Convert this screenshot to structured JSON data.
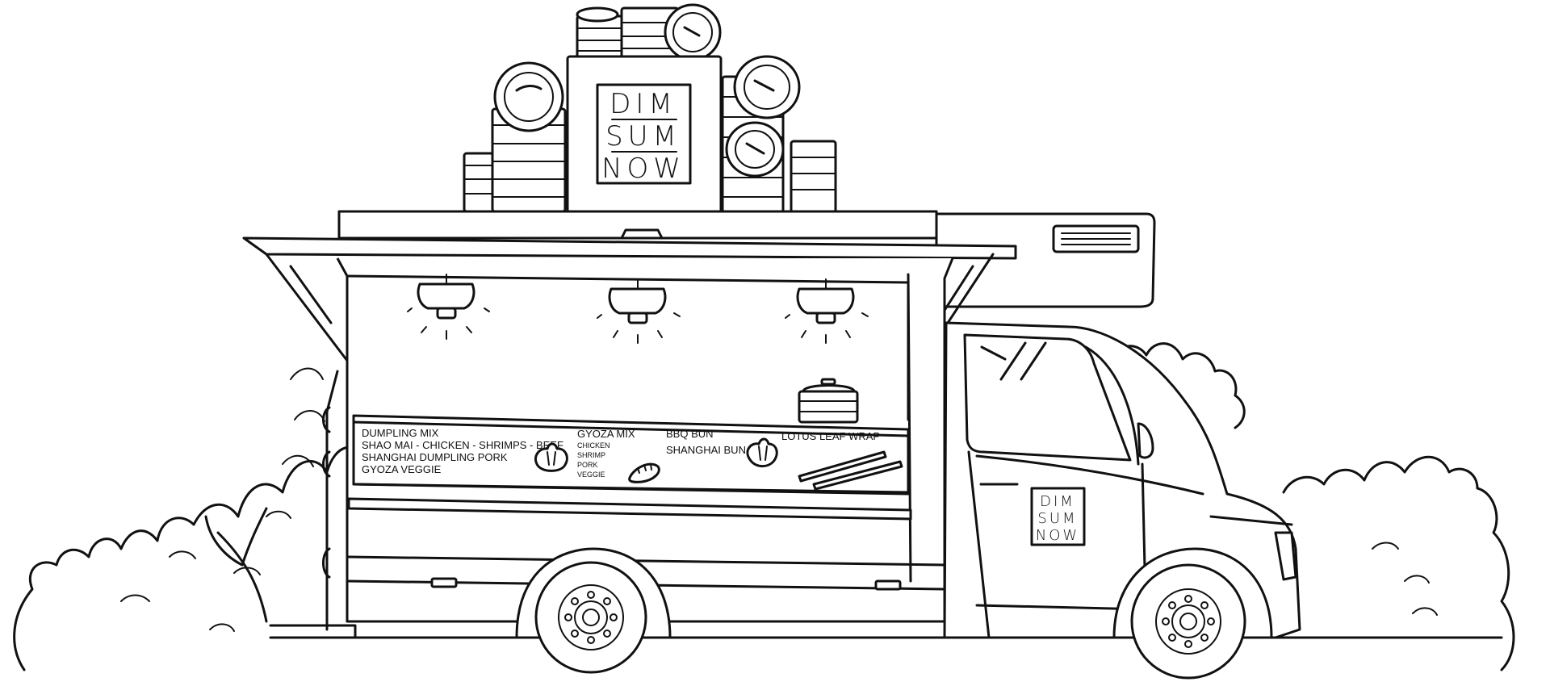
{
  "brand": {
    "line1": "DIM",
    "line2": "SUM",
    "line3": "NOW"
  },
  "menu": {
    "col1": {
      "item1": "DUMPLING MIX",
      "item2": "SHAO MAI - CHICKEN - SHRIMPS - BEEF",
      "item3": "SHANGHAI DUMPLING PORK",
      "item4": "GYOZA VEGGIE"
    },
    "col2": {
      "title": "GYOZA MIX",
      "sub1": "CHICKEN",
      "sub2": "SHRIMP",
      "sub3": "PORK",
      "sub4": "VEGGIE"
    },
    "col3": {
      "item1": "BBQ BUN",
      "item2": "SHANGHAI BUN"
    },
    "col4": {
      "item1": "LOTUS LEAF WRAP"
    }
  },
  "style": {
    "stroke": "#111111",
    "background": "#ffffff"
  }
}
